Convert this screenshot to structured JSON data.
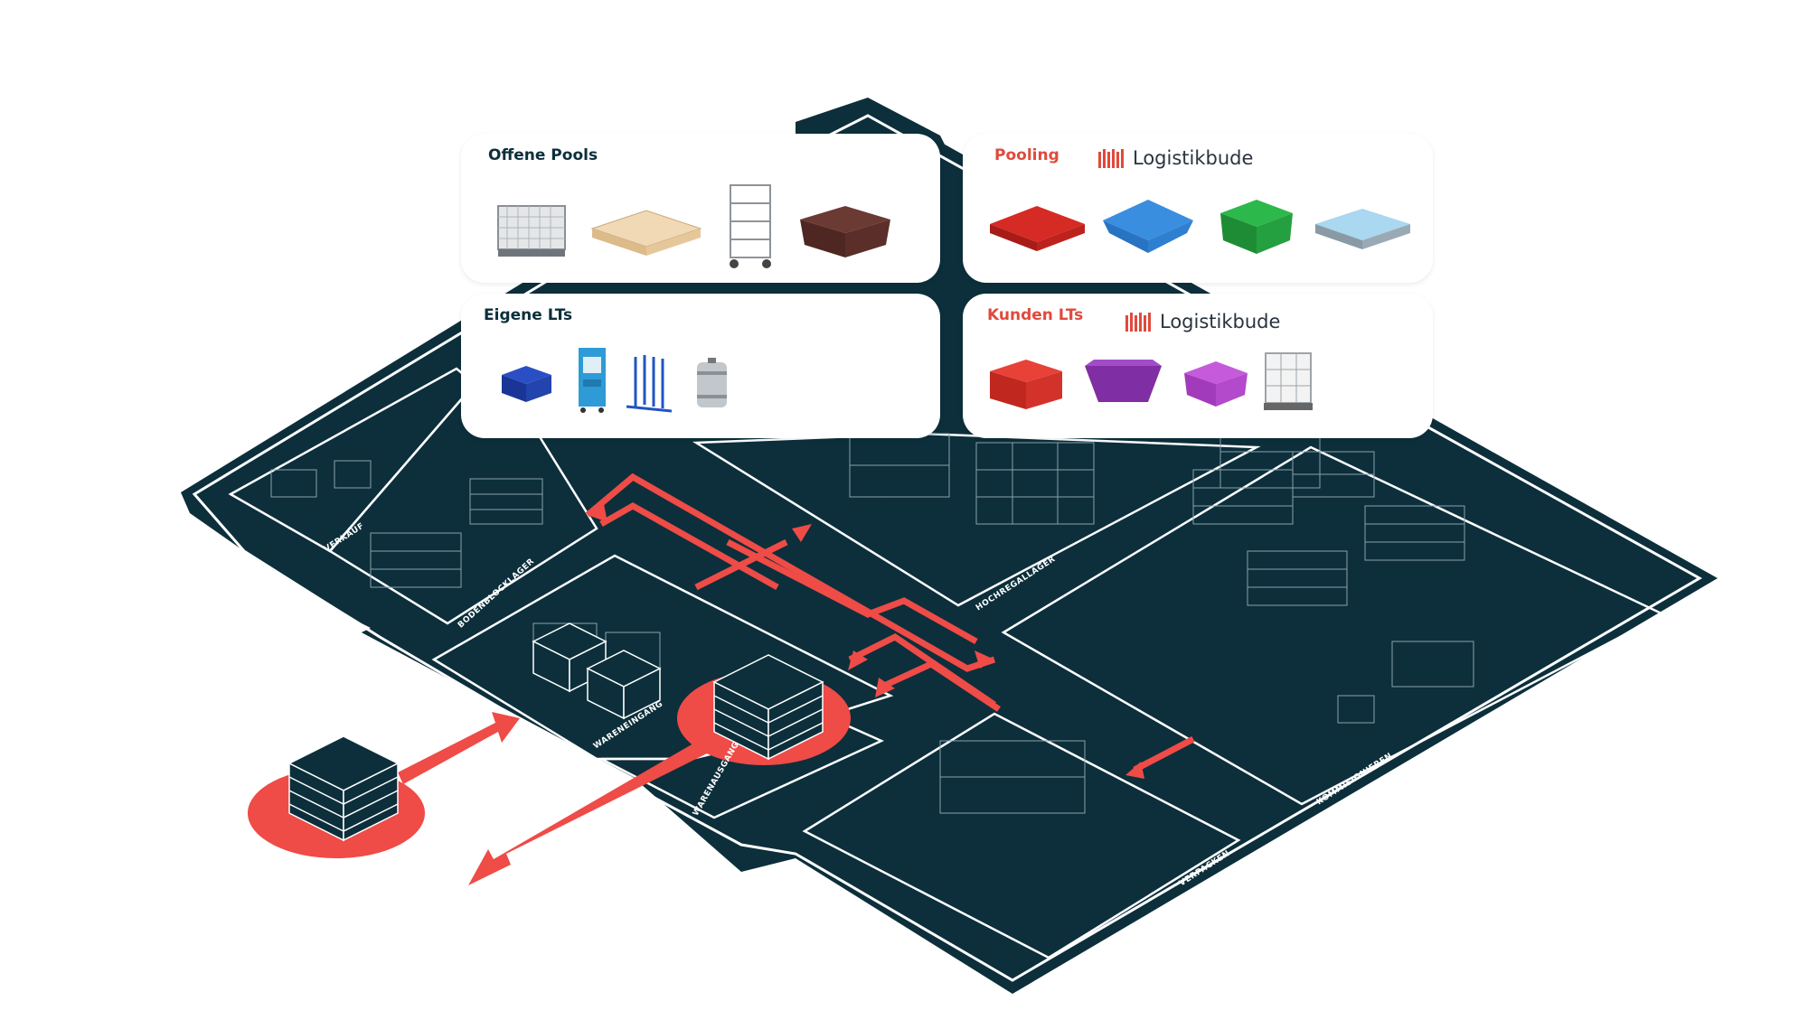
{
  "cards": {
    "offene_pools": {
      "title": "Offene Pools",
      "items": [
        "gitterbox-icon",
        "europalette-icon",
        "rollcontainer-icon",
        "kunststoffkiste-icon"
      ]
    },
    "pooling": {
      "title": "Pooling",
      "brand": "Logistikbude",
      "items": [
        "red-pallet-icon",
        "blue-plastic-pallet-icon",
        "green-crate-icon",
        "light-blue-pallet-icon"
      ]
    },
    "eigene_lts": {
      "title": "Eigene LTs",
      "items": [
        "blue-box-icon",
        "blue-cabinet-icon",
        "glass-rack-icon",
        "keg-icon"
      ]
    },
    "kunden_lts": {
      "title": "Kunden LTs",
      "brand": "Logistikbude",
      "items": [
        "container-icon",
        "purple-skip-icon",
        "purple-crate-icon",
        "ibc-tank-icon"
      ]
    }
  },
  "zones": {
    "verkauf": "VERKAUF",
    "bodenblocklager": "BODENBLOCKLAGER",
    "hochregallager": "HOCHREGALLAGER",
    "wareneingang": "WARENEINGANG",
    "warenausgang": "WARENAUSGANG",
    "kommisionieren": "KOMMISIONIEREN",
    "verpacken": "VERPACKEN"
  },
  "colors": {
    "floor": "#0c2f3b",
    "accent": "#ef4b47",
    "line": "#ffffff",
    "brand_red": "#e04a3c"
  }
}
